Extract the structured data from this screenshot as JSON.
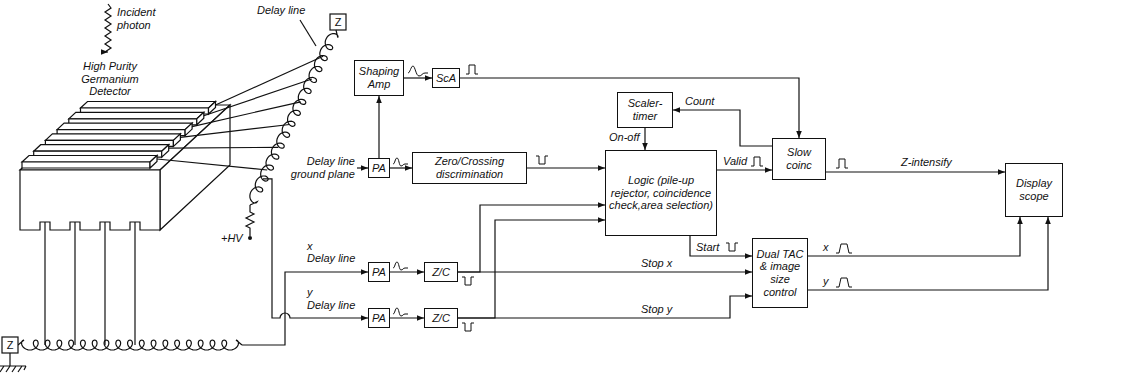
{
  "diagram": {
    "nodes": [
      {
        "text": [
          "Shaping Amp"
        ]
      },
      {
        "text": [
          "ScA"
        ]
      },
      {
        "text": [
          "Scaler-timer"
        ]
      },
      {
        "text": [
          "PA"
        ]
      },
      {
        "text": [
          "Zero/Crossing discrimination"
        ]
      },
      {
        "text": [
          "Logic (pile-up rejector, coincidence check,area selection)"
        ]
      },
      {
        "text": [
          "Slow coinc"
        ]
      },
      {
        "text": [
          "Display scope"
        ]
      },
      {
        "text": [
          "PA"
        ]
      },
      {
        "text": [
          "Z/C"
        ]
      },
      {
        "text": [
          "Dual TAC & image size control"
        ]
      },
      {
        "text": [
          "PA"
        ]
      },
      {
        "text": [
          "Z/C"
        ]
      }
    ],
    "edges": [
      {
        "from": 3,
        "to": 0,
        "arrow": "to"
      },
      {
        "from": 0,
        "to": 1,
        "arrow": "to"
      },
      {
        "from": 1,
        "to": 6,
        "arrow": "to"
      },
      {
        "from": 3,
        "to": 4,
        "arrow": "to"
      },
      {
        "from": 4,
        "to": 5,
        "arrow": "to"
      },
      {
        "from": 2,
        "to": 5,
        "label": "On-off",
        "arrow": "to"
      },
      {
        "from": 6,
        "to": 2,
        "label": "Count",
        "arrow": "to"
      },
      {
        "from": 5,
        "to": 6,
        "label": "Valid",
        "arrow": "to"
      },
      {
        "from": 5,
        "to": 10,
        "label": "Start",
        "arrow": "to"
      },
      {
        "from": 8,
        "to": 9,
        "arrow": "to"
      },
      {
        "from": 9,
        "to": 5,
        "arrow": "to"
      },
      {
        "from": 9,
        "to": 10,
        "label": "Stop x",
        "arrow": "to"
      },
      {
        "from": 11,
        "to": 12,
        "arrow": "to"
      },
      {
        "from": 12,
        "to": 5,
        "arrow": "to"
      },
      {
        "from": 12,
        "to": 10,
        "label": "Stop y",
        "arrow": "to"
      },
      {
        "from": 10,
        "to": 7,
        "label": "x",
        "arrow": "to"
      },
      {
        "from": 10,
        "to": 7,
        "label": "y",
        "arrow": "to"
      },
      {
        "from": 6,
        "to": 7,
        "label": "Z-intensify",
        "arrow": "to"
      }
    ],
    "labels": [
      "Incident photon",
      "High Purity Germanium Detector",
      "Delay line",
      "Z",
      "+HV",
      "Delay line ground plane",
      "x",
      "Delay line",
      "y",
      "Delay line",
      "Z"
    ]
  }
}
